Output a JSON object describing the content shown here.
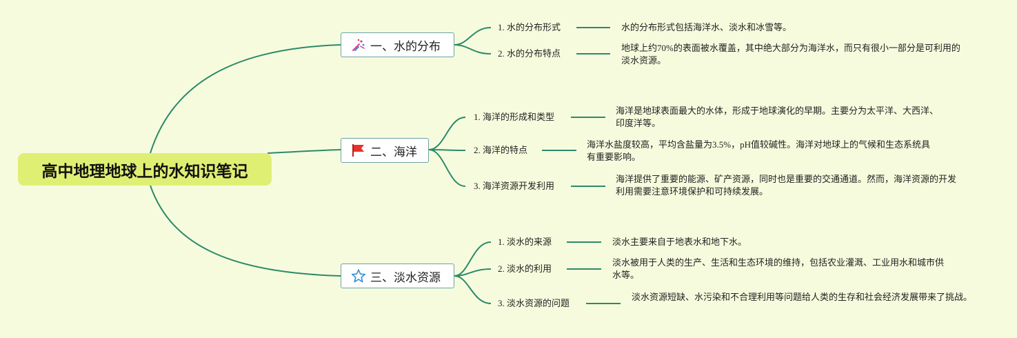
{
  "root": {
    "title": "高中地理地球上的水知识笔记"
  },
  "branches": [
    {
      "label": "一、水的分布",
      "icon": "party-popper-icon",
      "items": [
        {
          "label": "1. 水的分布形式",
          "detail": "水的分布形式包括海洋水、淡水和冰雪等。"
        },
        {
          "label": "2. 水的分布特点",
          "detail": "地球上约70%的表面被水覆盖，其中绝大部分为海洋水，而只有很小一部分是可利用的淡水资源。"
        }
      ]
    },
    {
      "label": "二、海洋",
      "icon": "red-flag-icon",
      "items": [
        {
          "label": "1. 海洋的形成和类型",
          "detail": "海洋是地球表面最大的水体，形成于地球演化的早期。主要分为太平洋、大西洋、印度洋等。"
        },
        {
          "label": "2. 海洋的特点",
          "detail": "海洋水盐度较高，平均含盐量为3.5%，pH值较碱性。海洋对地球上的气候和生态系统具有重要影响。"
        },
        {
          "label": "3. 海洋资源开发利用",
          "detail": "海洋提供了重要的能源、矿产资源，同时也是重要的交通通道。然而，海洋资源的开发利用需要注意环境保护和可持续发展。"
        }
      ]
    },
    {
      "label": "三、淡水资源",
      "icon": "star-outline-icon",
      "items": [
        {
          "label": "1. 淡水的来源",
          "detail": "淡水主要来自于地表水和地下水。"
        },
        {
          "label": "2. 淡水的利用",
          "detail": "淡水被用于人类的生产、生活和生态环境的维持，包括农业灌溉、工业用水和城市供水等。"
        },
        {
          "label": "3. 淡水资源的问题",
          "detail": "淡水资源短缺、水污染和不合理利用等问题给人类的生存和社会经济发展带来了挑战。"
        }
      ]
    }
  ],
  "colors": {
    "background": "#f7fbdd",
    "root_fill": "#dfef73",
    "connector": "#2a8a6a",
    "branch_border": "#6aa3a6",
    "flag_red": "#e8312a",
    "star_blue": "#2f8fd6",
    "popper_pink": "#e23a8a"
  }
}
